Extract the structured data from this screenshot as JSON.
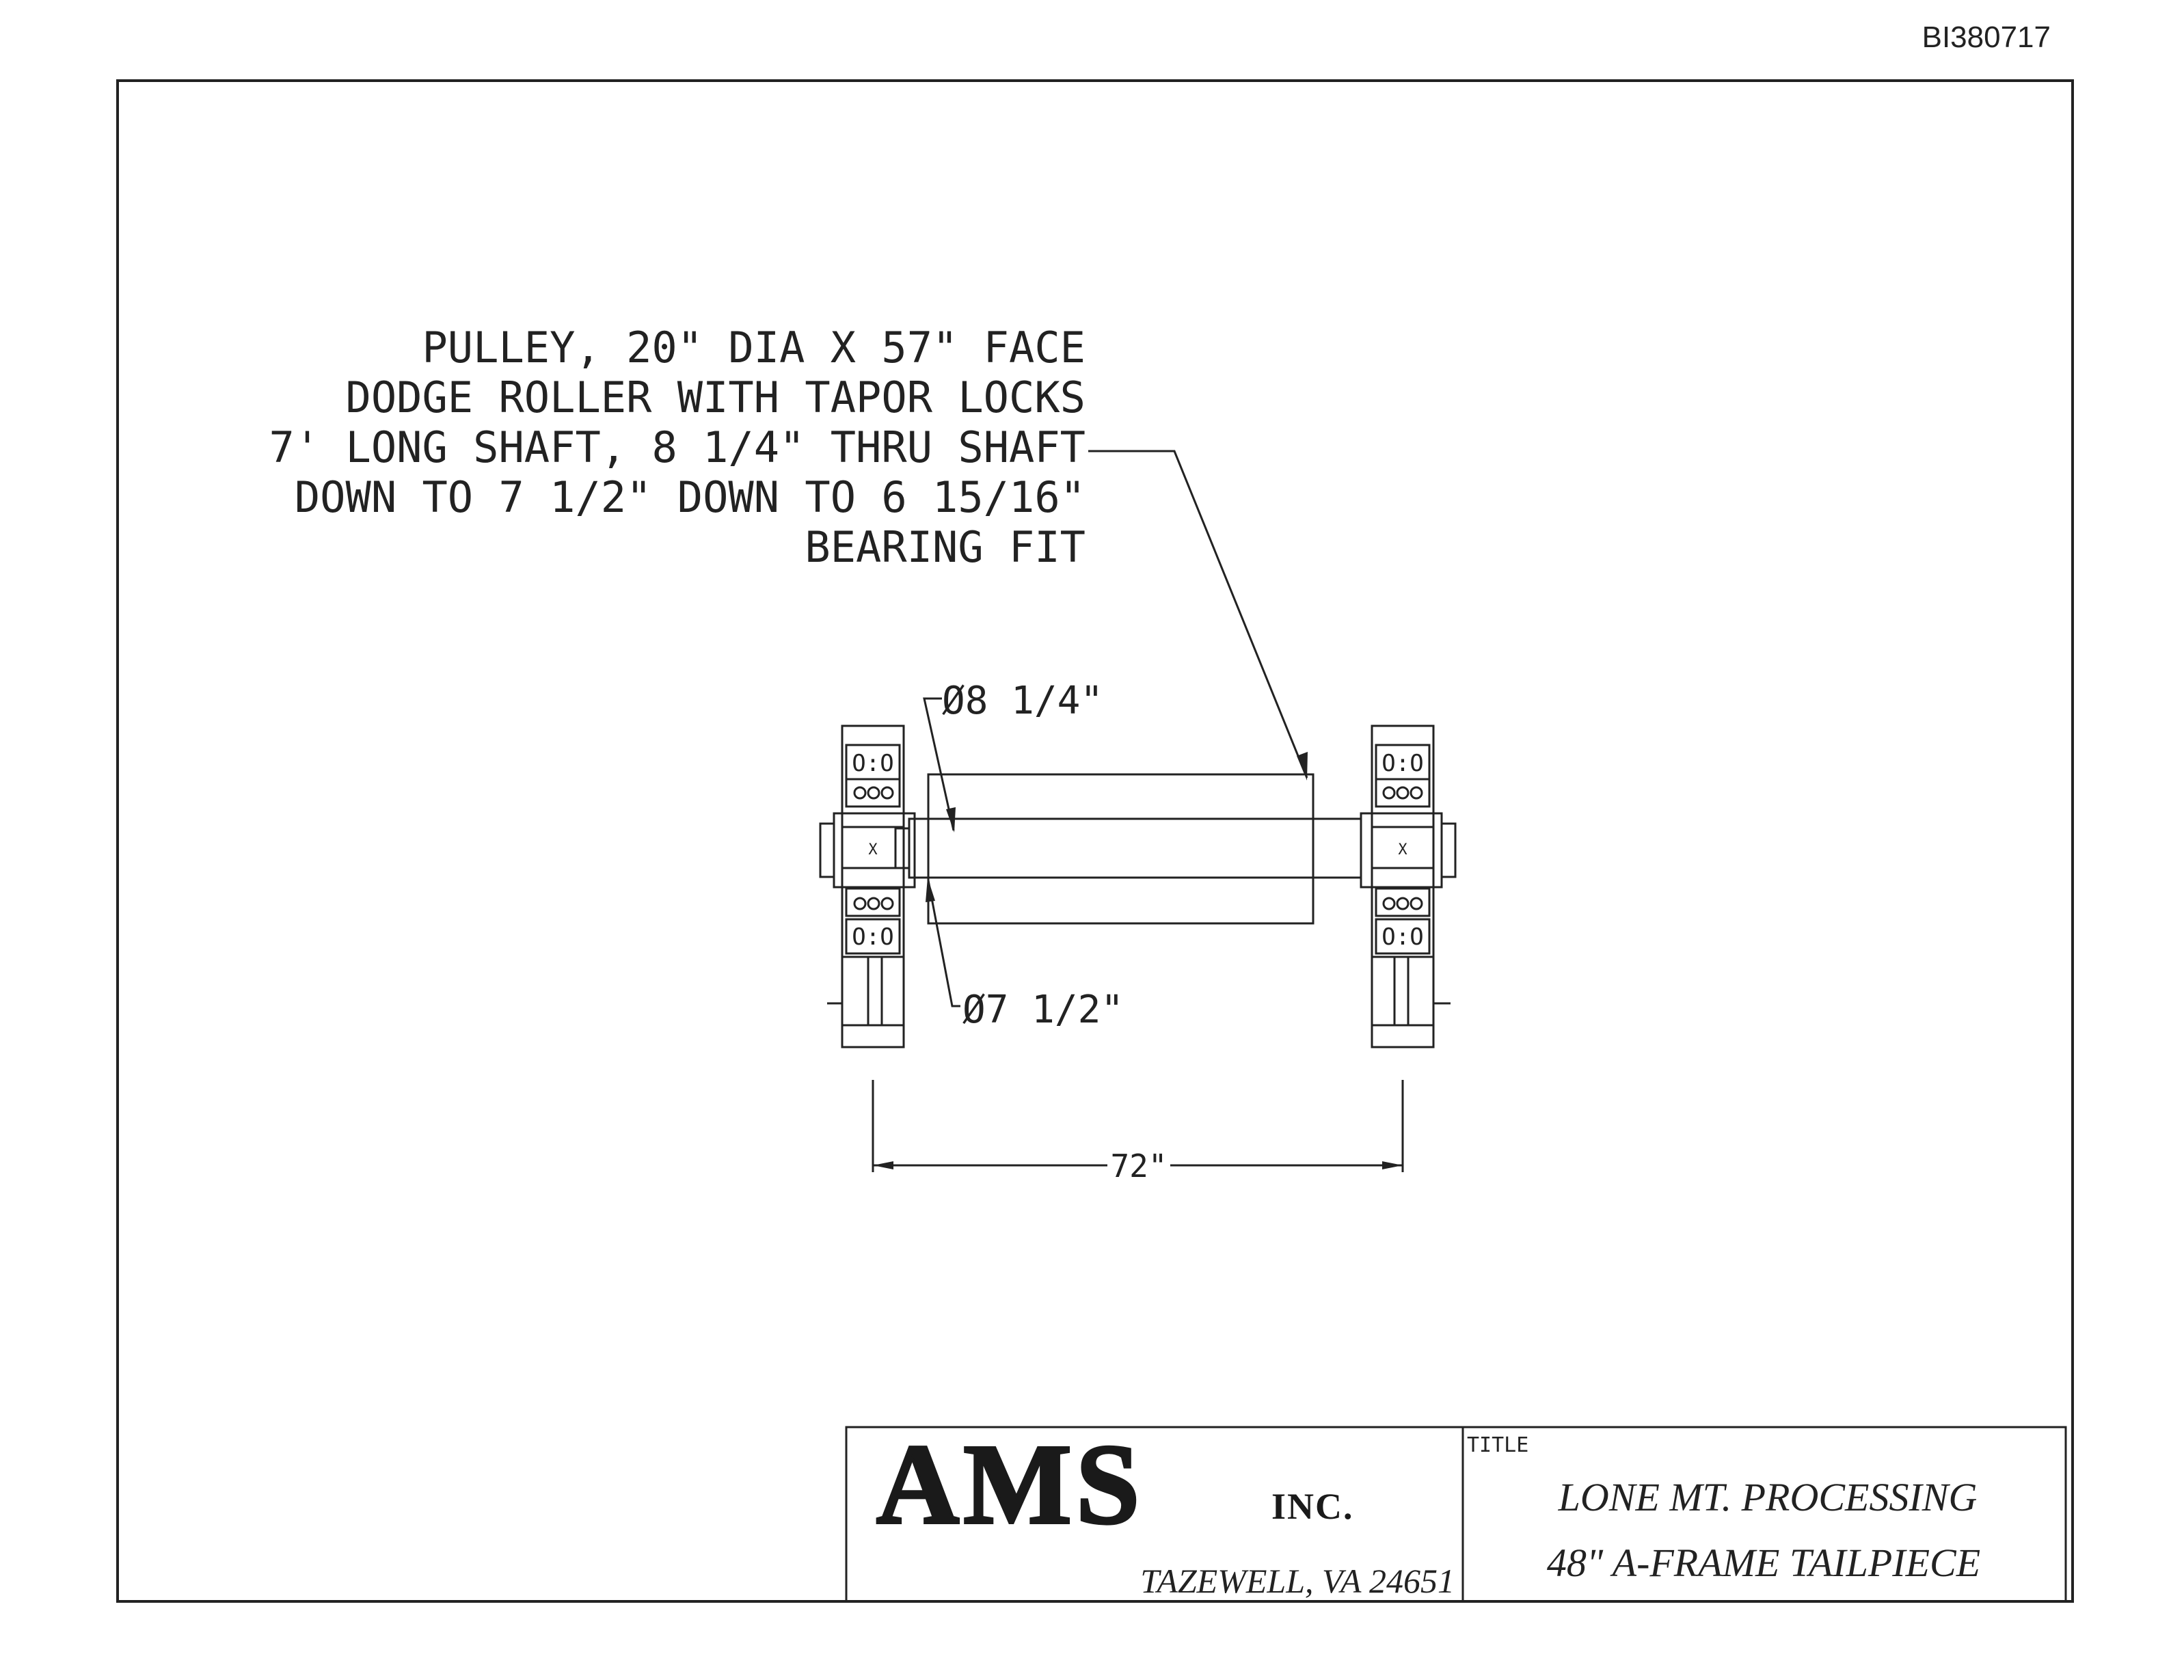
{
  "document_number": "BI380717",
  "note": {
    "lines": [
      "PULLEY, 20\" DIA X 57\" FACE",
      "DODGE ROLLER WITH TAPOR LOCKS",
      "7' LONG SHAFT, 8 1/4\" THRU SHAFT",
      "DOWN TO 7 1/2\" DOWN TO 6 15/16\"",
      "BEARING FIT"
    ]
  },
  "dimensions": {
    "shaft_dia_label": "Ø8 1/4\"",
    "reduced_dia_label": "Ø7 1/2\"",
    "overall_length_label": "72\""
  },
  "bearing_marks": {
    "top": "O:O",
    "bottom": "O:O",
    "center_left": "X",
    "center_right": "X"
  },
  "title_block": {
    "company_logo": "AMS",
    "company_suffix": "INC.",
    "location": "TAZEWELL, VA 24651",
    "title_label": "TITLE",
    "title_line1": "LONE MT. PROCESSING",
    "title_line2": "48\" A-FRAME TAILPIECE"
  },
  "colors": {
    "ink": "#222222",
    "paper": "#ffffff"
  }
}
